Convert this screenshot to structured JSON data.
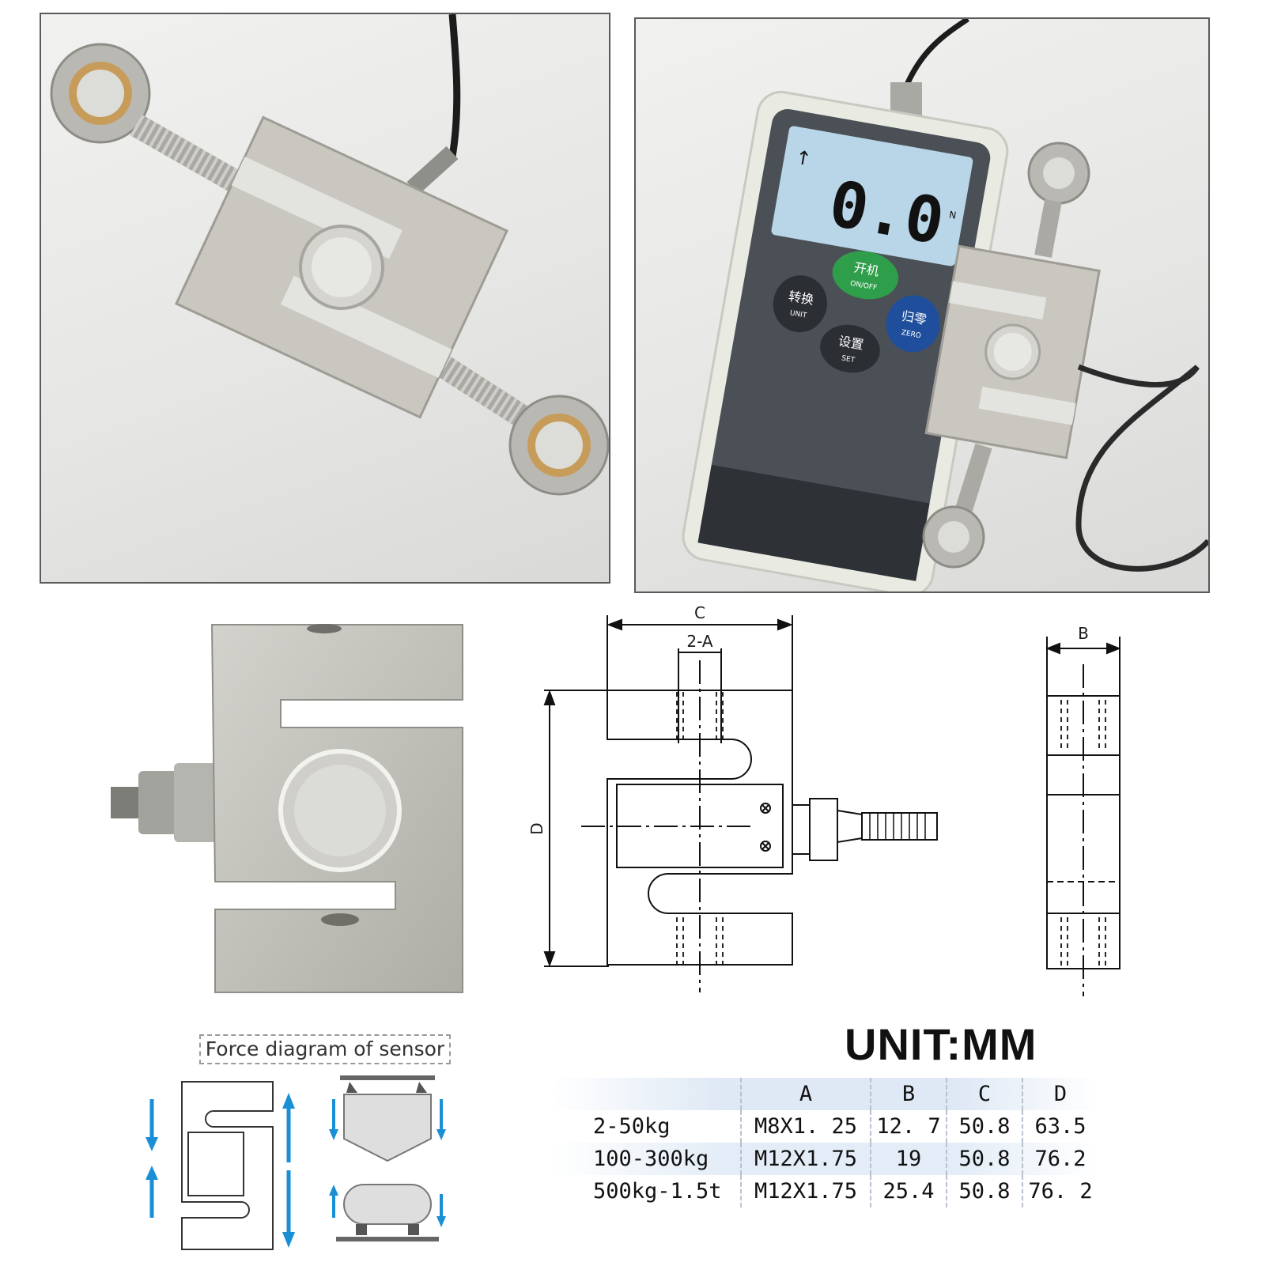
{
  "display": {
    "reading": "0.0",
    "unit_symbol": "N"
  },
  "keypad": {
    "power": {
      "zh": "开机",
      "en": "ON/OFF"
    },
    "unit": {
      "zh": "转换",
      "en": "UNIT"
    },
    "zero": {
      "zh": "归零",
      "en": "ZERO"
    },
    "set": {
      "zh": "设置",
      "en": "SET"
    }
  },
  "drawing": {
    "label_c": "C",
    "label_a": "2-A",
    "label_d": "D",
    "label_b": "B"
  },
  "unit_title": "UNIT:MM",
  "force_diagram_title": "Force diagram of sensor",
  "spec_table": {
    "headers": [
      "",
      "A",
      "B",
      "C",
      "D"
    ],
    "rows": [
      [
        "2-50kg",
        "M8X1. 25",
        "12. 7",
        "50.8",
        "63.5"
      ],
      [
        "100-300kg",
        "M12X1.75",
        "19",
        "50.8",
        "76.2"
      ],
      [
        "500kg-1.5t",
        "M12X1.75",
        "25.4",
        "50.8",
        "76. 2"
      ]
    ]
  },
  "colors": {
    "power_key": "#2f9e4a",
    "zero_key": "#1f4f9c",
    "dark_key": "#2b2e33",
    "lcd": "#b9d6e8",
    "arrow": "#1b8fd6",
    "metal": "#bdbcb6"
  }
}
